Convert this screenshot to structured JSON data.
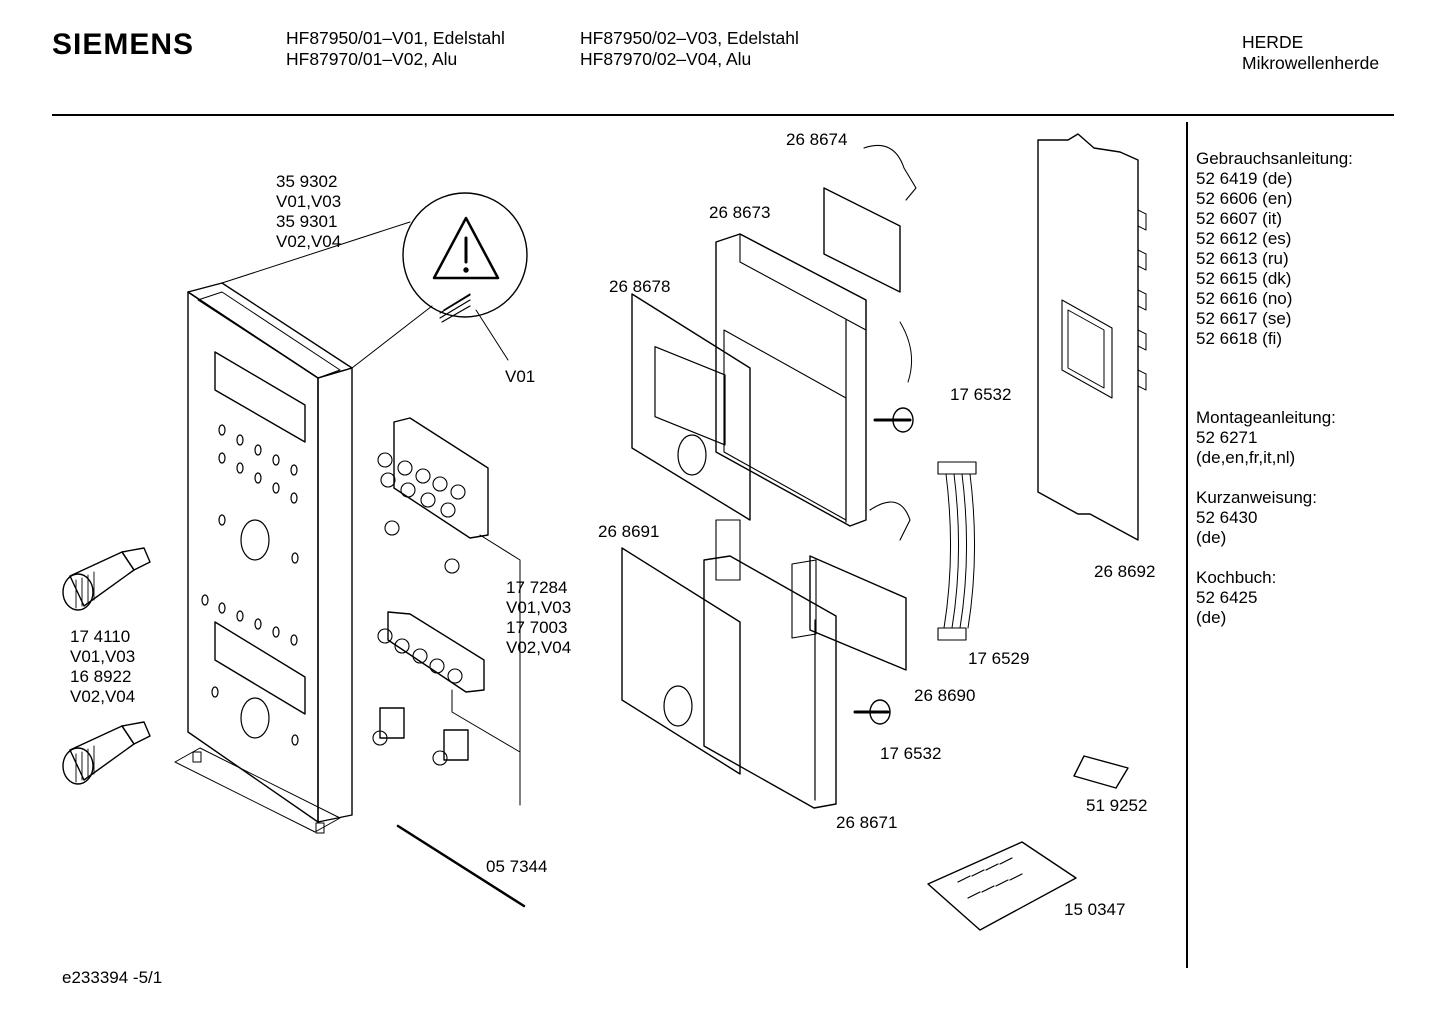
{
  "header": {
    "brand": "SIEMENS",
    "models_col1": [
      "HF87950/01–V01, Edelstahl",
      "HF87970/01–V02, Alu"
    ],
    "models_col2": [
      "HF87950/02–V03, Edelstahl",
      "HF87970/02–V04, Alu"
    ],
    "category": [
      "HERDE",
      "Mikrowellenherde"
    ]
  },
  "parts": {
    "front_panel": [
      "35 9302",
      "V01,V03",
      "35 9301",
      "V02,V04"
    ],
    "warning_spring": "V01",
    "knob": [
      "17 4110",
      "V01,V03",
      "16 8922",
      "V02,V04"
    ],
    "button_boards": [
      "17 7284",
      "V01,V03",
      "17 7003",
      "V02,V04"
    ],
    "rod": "05 7344",
    "p268674": "26 8674",
    "p268673": "26 8673",
    "p268678": "26 8678",
    "p268691": "26 8691",
    "p176532_top": "17 6532",
    "p176532_bottom": "17 6532",
    "p176529": "17 6529",
    "p268690": "26 8690",
    "p268671": "26 8671",
    "p268692": "26 8692",
    "p519252": "51 9252",
    "p150347": "15 0347"
  },
  "docs": {
    "manual_title": "Gebrauchsanleitung:",
    "manual_items": [
      "52 6419 (de)",
      "52 6606 (en)",
      "52 6607 (it)",
      "52 6612 (es)",
      "52 6613 (ru)",
      "52 6615 (dk)",
      "52 6616 (no)",
      "52 6617 (se)",
      "52 6618 (fi)"
    ],
    "install_title": "Montageanleitung:",
    "install_items": [
      "52 6271",
      "(de,en,fr,it,nl)"
    ],
    "quick_title": "Kurzanweisung:",
    "quick_items": [
      "52 6430",
      "(de)"
    ],
    "cook_title": "Kochbuch:",
    "cook_items": [
      "52 6425",
      "(de)"
    ]
  },
  "footer": {
    "drawing_id": "e233394 -5/1"
  }
}
